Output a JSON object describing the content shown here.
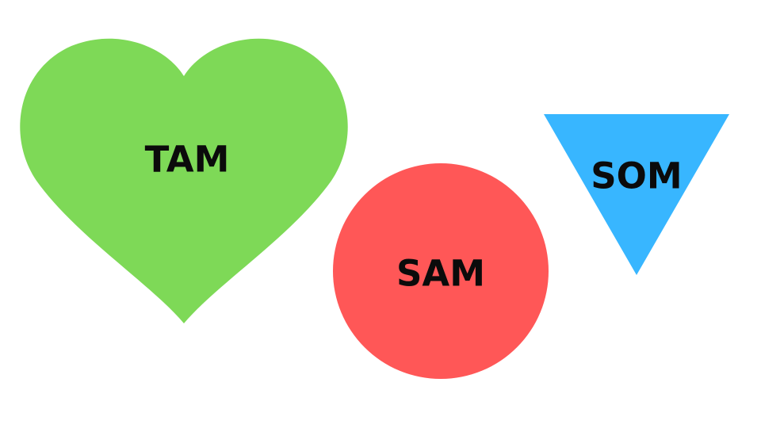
{
  "shapes": {
    "heart": {
      "label": "TAM",
      "color": "#7ED957",
      "icon": "heart-shape"
    },
    "circle": {
      "label": "SAM",
      "color": "#FF5757",
      "icon": "circle-shape"
    },
    "triangle": {
      "label": "SOM",
      "color": "#38B6FF",
      "icon": "inverted-triangle-shape"
    }
  },
  "colors": {
    "background": "#FFFFFF",
    "text": "#0B0B0B"
  }
}
